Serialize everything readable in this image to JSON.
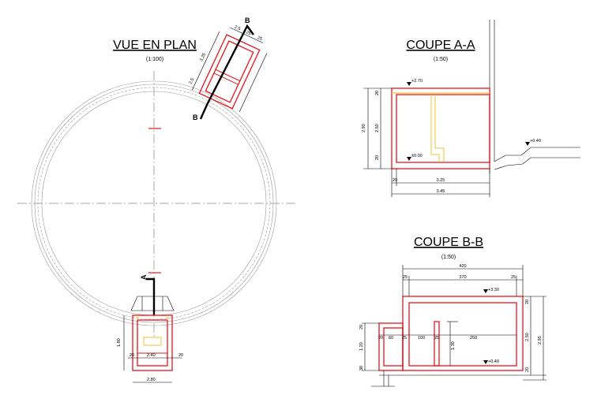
{
  "plan": {
    "title": "VUE EN PLAN",
    "scale": "(1:100)",
    "cut_a": "A",
    "cut_b": "B",
    "dims_top": [
      "2.5",
      "25",
      "25",
      "3.25",
      "2.5"
    ],
    "dims_bottom": [
      "1.80",
      "20",
      "2.40",
      "20",
      "2.80"
    ]
  },
  "section_aa": {
    "title": "COUPE A-A",
    "scale": "(1:50)",
    "lev_top": "+2.70",
    "lev_bottom": "±0.00",
    "lev_right": "+0.40",
    "dim_total_h": "2.90",
    "dim_inner_h": "2.50",
    "dim_top_t": "20",
    "dim_bot_t": "20",
    "dim_wall": "20",
    "dim_inner_w": "3.25",
    "dim_total_w": "3.45"
  },
  "section_bb": {
    "title": "COUPE B-B",
    "scale": "(1:50)",
    "dim_total_w": "420",
    "dim_left_w": "25",
    "dim_inner_w": "370",
    "dim_right_w": "25",
    "dims_row": [
      "20",
      "60",
      "25",
      "100",
      "25",
      "250"
    ],
    "lev_top": "+3.30",
    "lev_bottom": "+0.40",
    "dim_left_h": "1.20",
    "dim_left_top": "20",
    "dim_left_bot": "30",
    "dim_mid_h": "1.30",
    "dim_inner_h": "2.50",
    "dim_total_h": "2.95",
    "dim_r_top": "20",
    "dim_r_bot": "20"
  }
}
